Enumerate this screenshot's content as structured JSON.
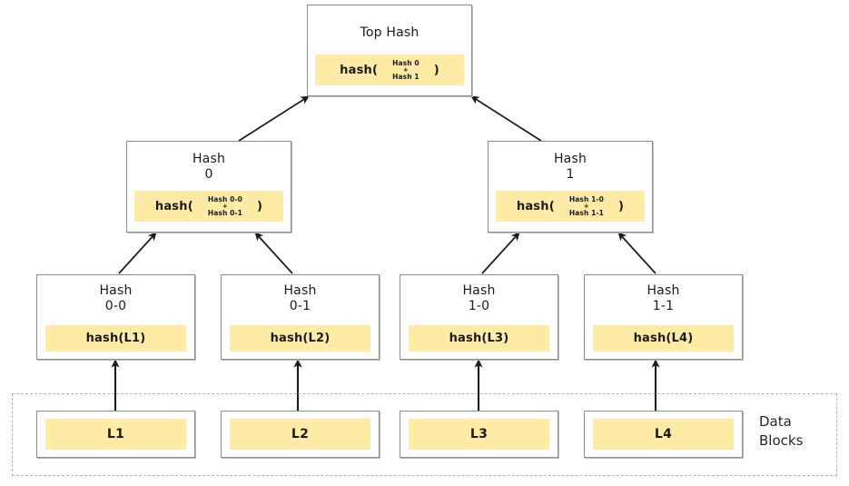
{
  "diagram": {
    "title": "Merkle tree (hash tree) diagram",
    "colors": {
      "hash_fill": "#fdeba6",
      "box_border": "#8c8c8c",
      "dashed_border": "#b3b3b3",
      "arrow": "#1a1a1a",
      "text": "#1a1a1a",
      "background": "#ffffff"
    }
  },
  "root": {
    "title": "Top Hash",
    "hash_fn": "hash(",
    "hash_close": ")",
    "arg_top": "Hash 0",
    "arg_plus": "+",
    "arg_bottom": "Hash 1"
  },
  "level2": [
    {
      "title": "Hash\n0",
      "hash_fn": "hash(",
      "hash_close": ")",
      "arg_top": "Hash 0-0",
      "arg_plus": "+",
      "arg_bottom": "Hash 0-1"
    },
    {
      "title": "Hash\n1",
      "hash_fn": "hash(",
      "hash_close": ")",
      "arg_top": "Hash 1-0",
      "arg_plus": "+",
      "arg_bottom": "Hash 1-1"
    }
  ],
  "level3": [
    {
      "title": "Hash\n0-0",
      "hash": "hash(L1)"
    },
    {
      "title": "Hash\n0-1",
      "hash": "hash(L2)"
    },
    {
      "title": "Hash\n1-0",
      "hash": "hash(L3)"
    },
    {
      "title": "Hash\n1-1",
      "hash": "hash(L4)"
    }
  ],
  "data_blocks": {
    "label": "Data\nBlocks",
    "items": [
      {
        "label": "L1"
      },
      {
        "label": "L2"
      },
      {
        "label": "L3"
      },
      {
        "label": "L4"
      }
    ]
  }
}
